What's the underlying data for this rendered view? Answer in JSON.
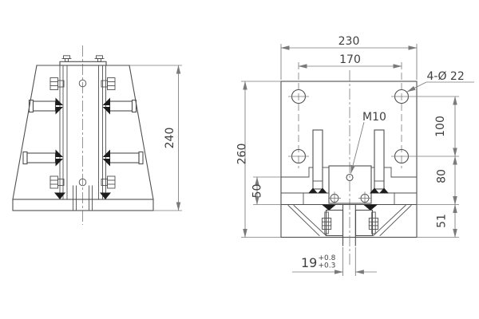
{
  "page": {
    "background": "#ffffff"
  },
  "colors": {
    "part_line": "#4f4f4f",
    "dim_line": "#7a7a7a",
    "text_color": "#3f3f3f",
    "weld_fill": "#1c1c1c"
  },
  "front_view": {
    "dims": {
      "overall_height": "240"
    }
  },
  "plan_view": {
    "dims": {
      "plate_width": "230",
      "bolt_hole_spacing_width": "170",
      "bolt_holes_label": "4-Ø 22",
      "thread_label": "M10",
      "plate_length": "260",
      "clamp_body_width": "50",
      "hole_offset_length": "100",
      "clamp_zone_length": "80",
      "edge_zone_length": "51",
      "slot_width": "19",
      "slot_tol_upper": "+0.8",
      "slot_tol_lower": "+0.3"
    }
  }
}
